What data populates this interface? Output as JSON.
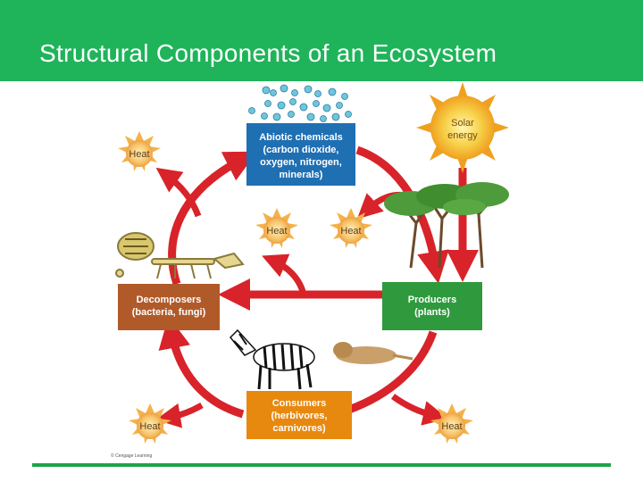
{
  "title": "Structural Components of an Ecosystem",
  "boxes": {
    "abiotic": [
      "Abiotic chemicals",
      "(carbon dioxide,",
      "oxygen, nitrogen,",
      "minerals)"
    ],
    "producers": [
      "Producers",
      "(plants)"
    ],
    "consumers": [
      "Consumers",
      "(herbivores,",
      "carnivores)"
    ],
    "decomposers": [
      "Decomposers",
      "(bacteria, fungi)"
    ]
  },
  "sun": [
    "Solar",
    "energy"
  ],
  "heat_label": "Heat",
  "credit": "© Cengage Learning",
  "colors": {
    "title_bar": "#1fb45a",
    "abiotic_box": "#1f6fb3",
    "producers_box": "#2e9a3d",
    "consumers_box": "#e8890f",
    "decomposers_box": "#b05a2a",
    "arrow": "#d8232a",
    "sun": "#f4b82a"
  }
}
